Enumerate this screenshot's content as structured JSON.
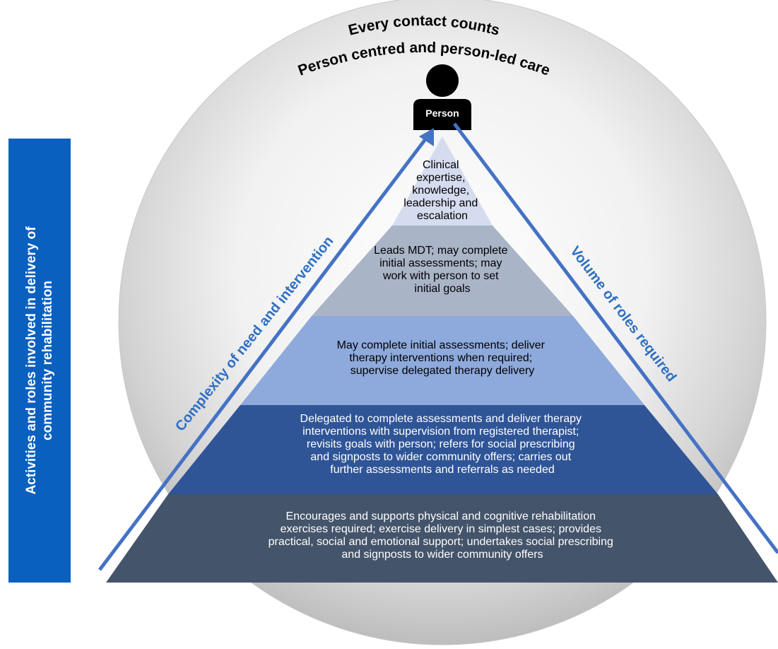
{
  "side_banner": {
    "line1": "Activities and roles involved in delivery of",
    "line2": "community rehabilitation"
  },
  "header": {
    "line1": "Every contact counts",
    "line2": "Person centred and person-led care"
  },
  "person_label": "Person",
  "arrows": {
    "left": "Complexity of need and intervention",
    "right": "Volume of roles required"
  },
  "tiers": [
    {
      "lines": [
        "Clinical",
        "expertise,",
        "knowledge,",
        "leadership and",
        "escalation"
      ],
      "color": "#d6dcef"
    },
    {
      "lines": [
        "Leads MDT; may complete",
        "initial assessments; may",
        "work with person to set",
        "initial goals"
      ],
      "color": "#a9b4c7"
    },
    {
      "lines": [
        "May complete initial assessments; deliver",
        "therapy interventions when required;",
        "supervise delegated therapy delivery"
      ],
      "color": "#8ea9db"
    },
    {
      "lines": [
        "Delegated to complete assessments and deliver therapy",
        "interventions with supervision from registered therapist;",
        "revisits goals with person; refers for social prescribing",
        "and signposts to wider community offers; carries out",
        "further assessments and referrals as needed"
      ],
      "color": "#2f5597"
    },
    {
      "lines": [
        "Encourages and supports physical and cognitive rehabilitation",
        "exercises required; exercise delivery in simplest cases; provides",
        "practical, social and emotional support; undertakes social prescribing",
        "and signposts to wider community offers"
      ],
      "color": "#44546a"
    }
  ],
  "colors": {
    "banner": "#0a60bf",
    "arrow": "#4472c4",
    "arrow_text": "#2e6fc4"
  }
}
